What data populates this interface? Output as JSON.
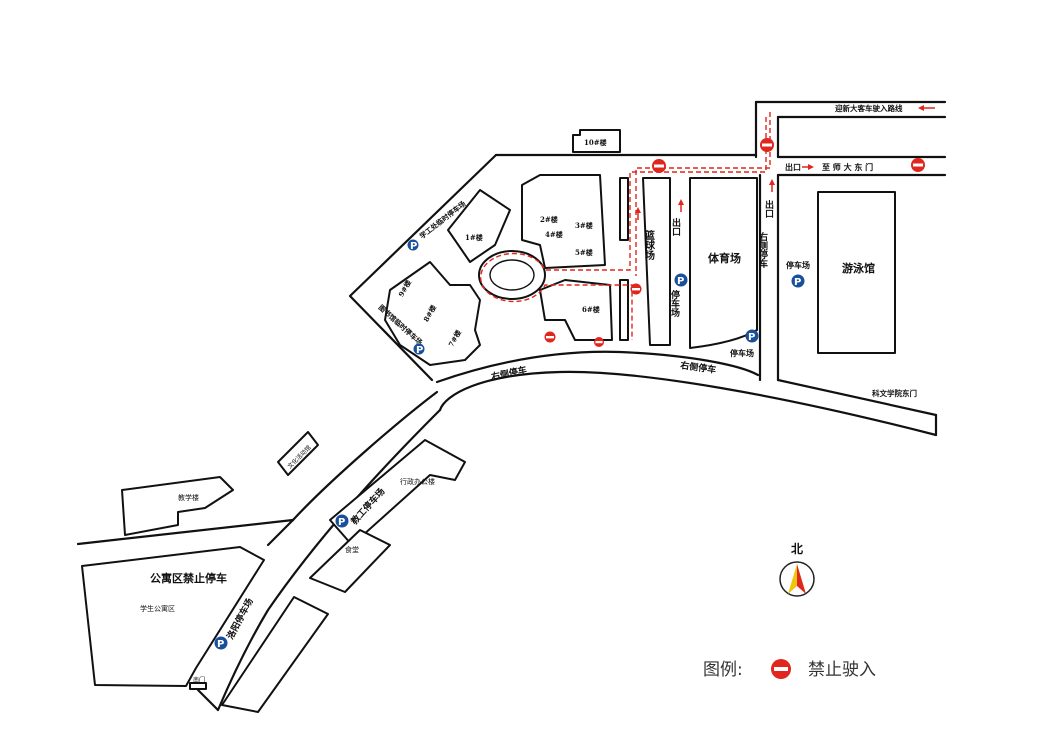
{
  "colors": {
    "no_entry": "#e0261d",
    "parking": "#1a4f9c",
    "route": "#e0261d",
    "line": "#111111"
  },
  "labels": {
    "bus_route": "迎新大客车驶入路线",
    "exit_top": "出口",
    "main_gate": "至 师 大 东 门",
    "bldg_10": "10#楼",
    "bldg_1": "1#楼",
    "bldg_2": "2#楼",
    "bldg_3": "3#楼",
    "bldg_4": "4#楼",
    "bldg_5": "5#楼",
    "bldg_6": "6#楼",
    "bldg_7": "7#楼",
    "bldg_8": "8#楼",
    "bldg_9": "9#楼",
    "parking_student_temp": "学工处临时停车场",
    "parking_library_temp": "图书馆临时停车场",
    "basketball": "篮球场",
    "exit_a": "出口",
    "parking_a": "停车场",
    "stadium": "体育场",
    "exit_b": "出口",
    "right_side_parking_v": "右侧停车",
    "parking_b": "停车场",
    "parking_c": "停车场",
    "pool": "游泳馆",
    "right_side_parking_1": "右侧停车",
    "right_side_parking_2": "右侧停车",
    "east_gate": "科文学院东门",
    "culture_center": "文化活动馆",
    "teaching": "教学楼",
    "admin": "行政办公楼",
    "staff_parking": "教工停车场",
    "canteen": "食堂",
    "apartment_no_parking": "公寓区禁止停车",
    "student_apartments": "学生公寓区",
    "south_parking": "洛阳停车场",
    "south_gate": "南门",
    "north": "北"
  },
  "legend": {
    "title": "图例:",
    "no_entry_label": "禁止驶入"
  },
  "icons": {
    "no_entry": "no-entry-icon",
    "parking": "parking-icon",
    "compass": "compass-icon",
    "arrow": "arrow-icon"
  },
  "parking_symbol": "P"
}
